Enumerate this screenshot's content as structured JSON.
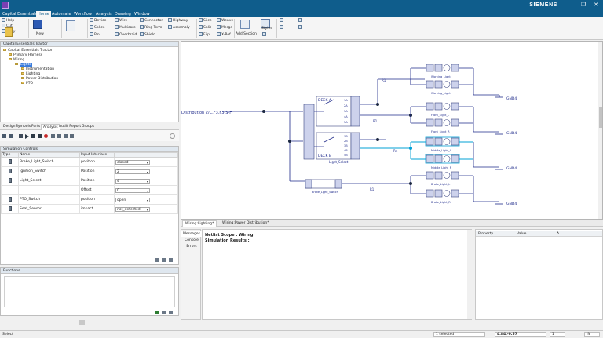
{
  "titlebar": {
    "brand": "SIEMENS",
    "minimize": "—",
    "maximize": "❐",
    "close": "✕"
  },
  "menu": {
    "tabs": [
      "Capital Essentials",
      "Home",
      "Automate",
      "Workflow",
      "Analysis",
      "Drawing",
      "Window"
    ],
    "active": 1
  },
  "ribbon": {
    "help": "Help",
    "cut": "Cut",
    "copy": "Copy",
    "paste": "Paste",
    "new": "New",
    "device": "Device",
    "splice": "Splice",
    "pin": "Pin",
    "wire": "Wire",
    "multicore": "Multicore",
    "overbraid": "Overbraid",
    "connector": "Connector",
    "ring_term": "Ring Term",
    "shield": "Shield",
    "highway": "Highway",
    "assembly": "Assembly",
    "slice": "Slice",
    "weave": "Weave",
    "split": "Split",
    "merge": "Merge",
    "flip": "Flip",
    "x_ref": "X-Ref",
    "add_section": "Add Section",
    "styles": "Styles"
  },
  "nav": {
    "title": "Capital Essentials Tractor",
    "items": [
      "Capital Essentials Tractor",
      "Primary Harness",
      "Wiring",
      "Lights",
      "Instrumentation",
      "Lighting",
      "Power Distribution",
      "PTO"
    ]
  },
  "panel_tabs": {
    "tabs": [
      "Design",
      "Symbols",
      "Parts",
      "Analysis",
      "Audit Report",
      "Groups"
    ],
    "active": 3
  },
  "sim": {
    "title": "Simulation Controls",
    "headers": [
      "Type",
      "Name",
      "Input Interface",
      ""
    ],
    "rows": [
      {
        "name": "Brake_Light_Switch",
        "iface": "position",
        "value": "closed"
      },
      {
        "name": "Ignition_Switch",
        "iface": "Position",
        "value": "2"
      },
      {
        "name": "Light_Select",
        "iface": "Position",
        "value": "4"
      },
      {
        "name": "",
        "iface": "Offset",
        "value": "0"
      },
      {
        "name": "PTO_Switch",
        "iface": "position",
        "value": "open"
      },
      {
        "name": "Seat_Sensor",
        "iface": "impact",
        "value": "not_detected"
      }
    ]
  },
  "functions": {
    "title": "Functions"
  },
  "doc_tabs": [
    "Wiring:Lighting*",
    "Wiring:Power Distribution*"
  ],
  "output": {
    "tabs": [
      "Messages",
      "Console",
      "Errors"
    ],
    "line1": "Netlist Scope : Wiring",
    "line2": "Simulation Results :"
  },
  "props": {
    "headers": [
      "Property",
      "Value",
      "Δ"
    ]
  },
  "status": {
    "left": "Select",
    "selected": "1 selected",
    "coords": "4.84,-0.57",
    "zoom": "1",
    "unit": "IN"
  },
  "schematic": {
    "net_label": "Distribution 2/C,F3,F3-S-H",
    "deck_a": "DECK A",
    "deck_b": "DECK B",
    "light_select": "Light_Select",
    "deck_a_pins": [
      "1A",
      "2A",
      "3A",
      "4A",
      "5A"
    ],
    "deck_b_pins": [
      "1B",
      "2B",
      "3B",
      "4B",
      "5B"
    ],
    "lamps": [
      "Working_Light",
      "Working_Light",
      "Front_Light_L",
      "Front_Light_R",
      "Middle_Light_L",
      "Middle_Light_R",
      "Brake_Light_L",
      "Brake_Light_R"
    ],
    "brake_switch": "Brake_Light_Switch",
    "gnd": "GND4",
    "res": [
      "R1",
      "R1",
      "R4",
      "R1"
    ],
    "accent": "#00a0d6",
    "wire": "#1e2a8a"
  }
}
